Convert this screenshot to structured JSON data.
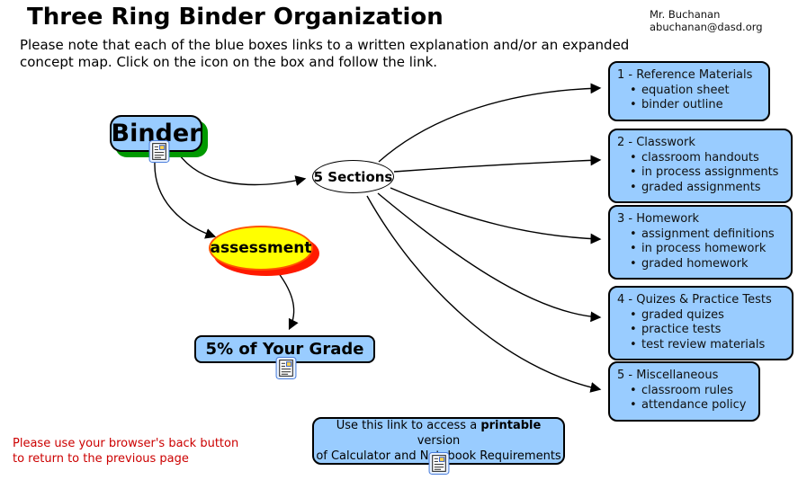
{
  "page": {
    "title": "Three Ring Binder Organization",
    "author": {
      "name": "Mr. Buchanan",
      "email": "abuchanan@dasd.org"
    },
    "note": {
      "line1": "Please note that each of the blue boxes links to a written explanation and/or an expanded",
      "line2": "concept map. Click on the icon on the box and follow the link."
    },
    "footer_note": {
      "line1": "Please use your browser's back button",
      "line2": "to return to the previous page"
    }
  },
  "diagram": {
    "binder": {
      "label": "Binder"
    },
    "sections_hub": {
      "label": "5 Sections"
    },
    "assessment": {
      "label": "assessment"
    },
    "grade": {
      "label": "5% of Your Grade"
    },
    "printable": {
      "line1_before": "Use this link to access a ",
      "line1_bold": "printable",
      "line1_after": " version",
      "line2": "of Calculator and Notebook Requirements"
    },
    "section_boxes": [
      {
        "title": "1 - Reference Materials",
        "items": [
          "equation sheet",
          "binder outline"
        ]
      },
      {
        "title": "2 - Classwork",
        "items": [
          "classroom handouts",
          "in process assignments",
          "graded assignments"
        ]
      },
      {
        "title": "3 - Homework",
        "items": [
          "assignment definitions",
          "in process homework",
          "graded homework"
        ]
      },
      {
        "title": "4 - Quizes & Practice Tests",
        "items": [
          "graded quizes",
          "practice tests",
          "test review materials"
        ]
      },
      {
        "title": "5 - Miscellaneous",
        "items": [
          "classroom rules",
          "attendance policy"
        ]
      }
    ]
  },
  "icons": {
    "document_link": "document-link-icon"
  },
  "colors": {
    "box_blue": "#99CCFF",
    "binder_shadow_green": "#009900",
    "assessment_yellow": "#FFFF00",
    "assessment_red": "#FF1A00",
    "assessment_outline": "#FF5500",
    "footer_note_red": "#CC0000"
  }
}
